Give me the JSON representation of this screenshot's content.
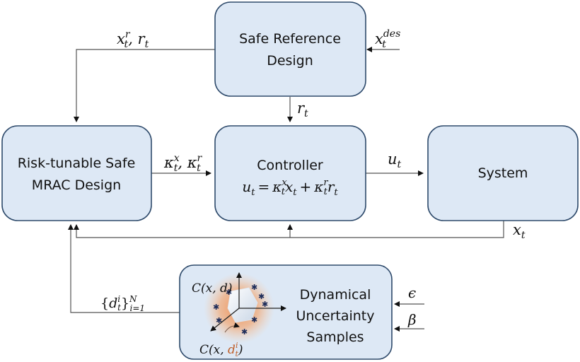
{
  "blocks": {
    "safe_reference": {
      "line1": "Safe Reference",
      "line2": "Design"
    },
    "mrac": {
      "line1": "Risk-tunable Safe",
      "line2": "MRAC Design"
    },
    "controller": {
      "line1": "Controller",
      "equation": {
        "lhs": "u",
        "lhs_sub": "t",
        "eq": "=",
        "k1": "κ",
        "k1_sup": "x",
        "k1_sub": "t",
        "x": "x",
        "x_sub": "t",
        "plus": "+",
        "k2": "κ",
        "k2_sup": "r",
        "k2_sub": "t",
        "r": "r",
        "r_sub": "t"
      }
    },
    "system": {
      "line1": "System"
    },
    "uncertainty": {
      "line1": "Dynamical",
      "line2": "Uncertainty",
      "line3": "Samples",
      "c_label_top": "C(x, d)",
      "c_label_bottom_pre": "C(x, ",
      "c_label_bottom_var": "d",
      "c_label_bottom_sup": "i",
      "c_label_bottom_sub": "t",
      "c_label_bottom_post": ")"
    }
  },
  "signals": {
    "xr_rt": {
      "a": "x",
      "a_sup": "r",
      "a_sub": "t",
      "sep": ", ",
      "b": "r",
      "b_sub": "t"
    },
    "x_des": {
      "base": "x",
      "sup": "des",
      "sub": "t"
    },
    "r_t": {
      "base": "r",
      "sub": "t"
    },
    "kappa": {
      "a": "κ",
      "a_sup": "x",
      "a_sub": "t",
      "sep": ", ",
      "b": "κ",
      "b_sup": "r",
      "b_sub": "t"
    },
    "u_t": {
      "base": "u",
      "sub": "t"
    },
    "x_t": {
      "base": "x",
      "sub": "t"
    },
    "samples": {
      "open": "{",
      "base": "d",
      "sup": "i",
      "sub": "t",
      "close": "}",
      "upper": "N",
      "lower": "i=1"
    },
    "epsilon": "ϵ",
    "beta": "β"
  },
  "colors": {
    "block_fill": "#dde8f5",
    "block_stroke": "#2e4a6b",
    "accent_orange": "#c0602a",
    "glow": "#f4a36a",
    "dot": "#1d2c5a"
  }
}
